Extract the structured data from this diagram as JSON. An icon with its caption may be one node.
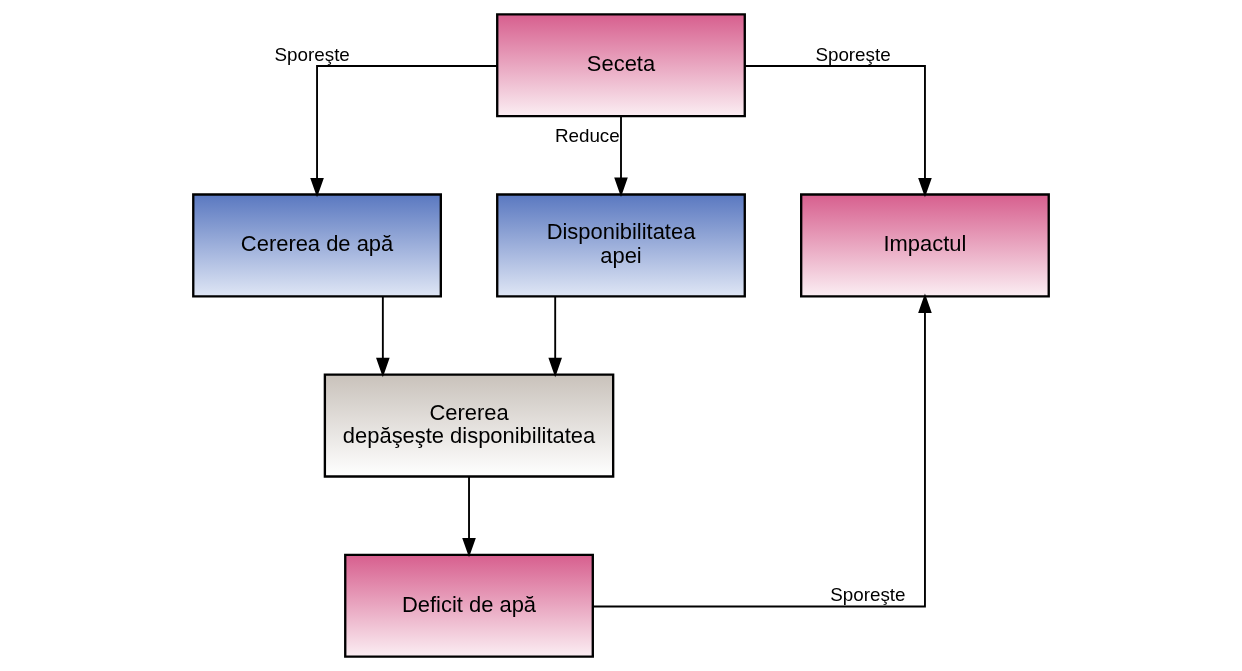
{
  "diagram": {
    "nodes": [
      {
        "text": [
          "Seceta"
        ]
      },
      {
        "text": [
          "Cererea de apă"
        ]
      },
      {
        "text": [
          "Disponibilitatea apei"
        ]
      },
      {
        "text": [
          "Impactul"
        ]
      },
      {
        "text": [
          "Cererea depăşeşte disponibilitatea"
        ]
      },
      {
        "text": [
          "Deficit de apă"
        ]
      }
    ],
    "edges": [
      {
        "from": 0,
        "to": 1,
        "arrow": "to",
        "label": "Sporeşte"
      },
      {
        "from": 0,
        "to": 2,
        "arrow": "to",
        "label": "Reduce"
      },
      {
        "from": 0,
        "to": 3,
        "arrow": "to",
        "label": "Sporeşte"
      },
      {
        "from": 1,
        "to": 4,
        "arrow": "to"
      },
      {
        "from": 2,
        "to": 4,
        "arrow": "to"
      },
      {
        "from": 4,
        "to": 5,
        "arrow": "to"
      },
      {
        "from": 5,
        "to": 3,
        "arrow": "to",
        "label": "Sporeşte"
      }
    ]
  }
}
